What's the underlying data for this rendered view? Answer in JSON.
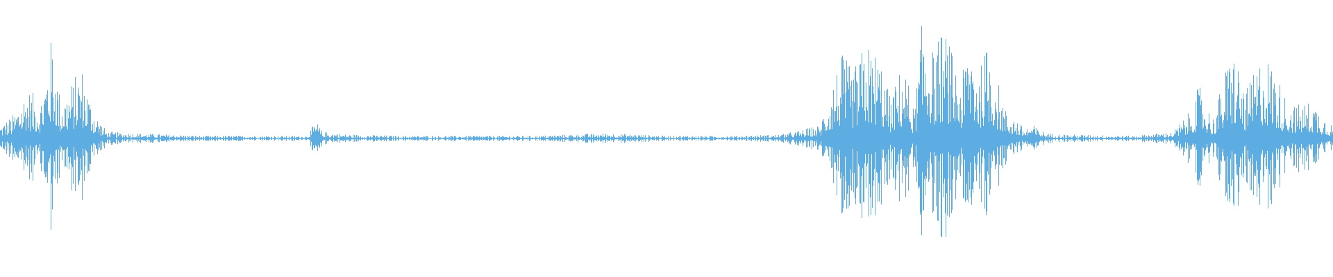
{
  "waveform": {
    "color": "#5DADE2",
    "background": "#FFFFFF",
    "description_hidden": "",
    "envelope": [
      {
        "t": 0.0,
        "a": 0.1
      },
      {
        "t": 0.01,
        "a": 0.18
      },
      {
        "t": 0.02,
        "a": 0.38
      },
      {
        "t": 0.03,
        "a": 0.28
      },
      {
        "t": 0.039,
        "a": 0.78
      },
      {
        "t": 0.045,
        "a": 0.3
      },
      {
        "t": 0.05,
        "a": 0.35
      },
      {
        "t": 0.061,
        "a": 0.55
      },
      {
        "t": 0.066,
        "a": 0.35
      },
      {
        "t": 0.072,
        "a": 0.18
      },
      {
        "t": 0.08,
        "a": 0.05
      },
      {
        "t": 0.1,
        "a": 0.04
      },
      {
        "t": 0.15,
        "a": 0.02
      },
      {
        "t": 0.2,
        "a": 0.02
      },
      {
        "t": 0.23,
        "a": 0.02
      },
      {
        "t": 0.237,
        "a": 0.13
      },
      {
        "t": 0.242,
        "a": 0.05
      },
      {
        "t": 0.26,
        "a": 0.03
      },
      {
        "t": 0.3,
        "a": 0.02
      },
      {
        "t": 0.35,
        "a": 0.02
      },
      {
        "t": 0.4,
        "a": 0.02
      },
      {
        "t": 0.455,
        "a": 0.04
      },
      {
        "t": 0.5,
        "a": 0.02
      },
      {
        "t": 0.55,
        "a": 0.02
      },
      {
        "t": 0.585,
        "a": 0.03
      },
      {
        "t": 0.6,
        "a": 0.06
      },
      {
        "t": 0.615,
        "a": 0.1
      },
      {
        "t": 0.625,
        "a": 0.45
      },
      {
        "t": 0.632,
        "a": 0.62
      },
      {
        "t": 0.64,
        "a": 0.5
      },
      {
        "t": 0.65,
        "a": 0.72
      },
      {
        "t": 0.66,
        "a": 0.62
      },
      {
        "t": 0.668,
        "a": 0.3
      },
      {
        "t": 0.678,
        "a": 0.58
      },
      {
        "t": 0.686,
        "a": 0.2
      },
      {
        "t": 0.693,
        "a": 1.0
      },
      {
        "t": 0.7,
        "a": 0.65
      },
      {
        "t": 0.708,
        "a": 0.82
      },
      {
        "t": 0.715,
        "a": 0.62
      },
      {
        "t": 0.722,
        "a": 0.45
      },
      {
        "t": 0.728,
        "a": 0.85
      },
      {
        "t": 0.735,
        "a": 0.5
      },
      {
        "t": 0.742,
        "a": 0.75
      },
      {
        "t": 0.748,
        "a": 0.45
      },
      {
        "t": 0.755,
        "a": 0.2
      },
      {
        "t": 0.76,
        "a": 0.18
      },
      {
        "t": 0.768,
        "a": 0.08
      },
      {
        "t": 0.775,
        "a": 0.1
      },
      {
        "t": 0.785,
        "a": 0.04
      },
      {
        "t": 0.8,
        "a": 0.03
      },
      {
        "t": 0.85,
        "a": 0.02
      },
      {
        "t": 0.88,
        "a": 0.05
      },
      {
        "t": 0.893,
        "a": 0.2
      },
      {
        "t": 0.9,
        "a": 0.4
      },
      {
        "t": 0.91,
        "a": 0.15
      },
      {
        "t": 0.925,
        "a": 0.7
      },
      {
        "t": 0.935,
        "a": 0.35
      },
      {
        "t": 0.948,
        "a": 0.65
      },
      {
        "t": 0.955,
        "a": 0.55
      },
      {
        "t": 0.965,
        "a": 0.3
      },
      {
        "t": 0.972,
        "a": 0.25
      },
      {
        "t": 0.985,
        "a": 0.28
      },
      {
        "t": 1.0,
        "a": 0.1
      }
    ]
  }
}
